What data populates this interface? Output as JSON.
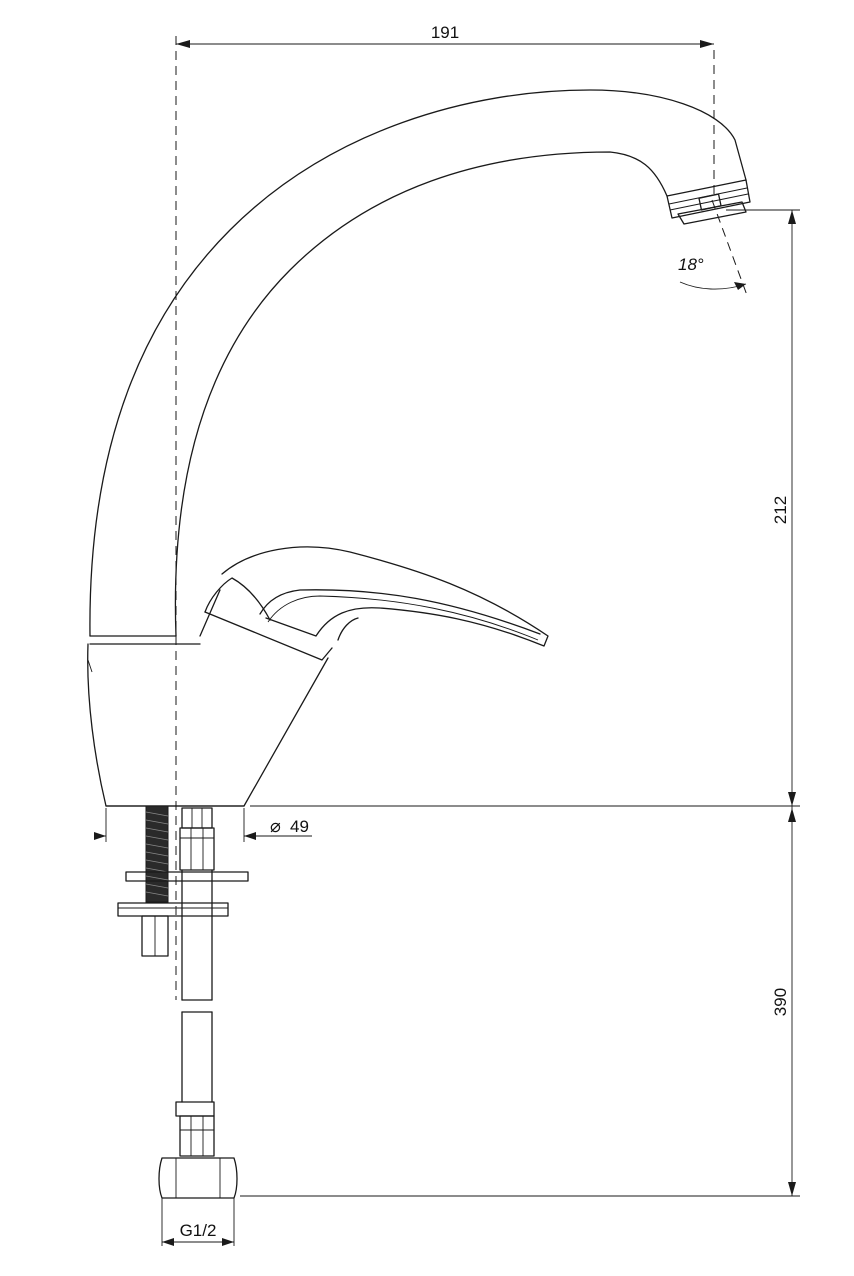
{
  "drawing": {
    "colors": {
      "line": "#1a1a1a",
      "background": "#ffffff"
    },
    "dimensions": {
      "reach": {
        "value": "191"
      },
      "height_to_outlet": {
        "value": "212"
      },
      "hose_length": {
        "value": "390"
      },
      "base_diameter": {
        "symbol": "⌀",
        "value": "49"
      },
      "connection_thread": {
        "value": "G1/2"
      },
      "outlet_angle": {
        "value": "18°"
      }
    }
  }
}
